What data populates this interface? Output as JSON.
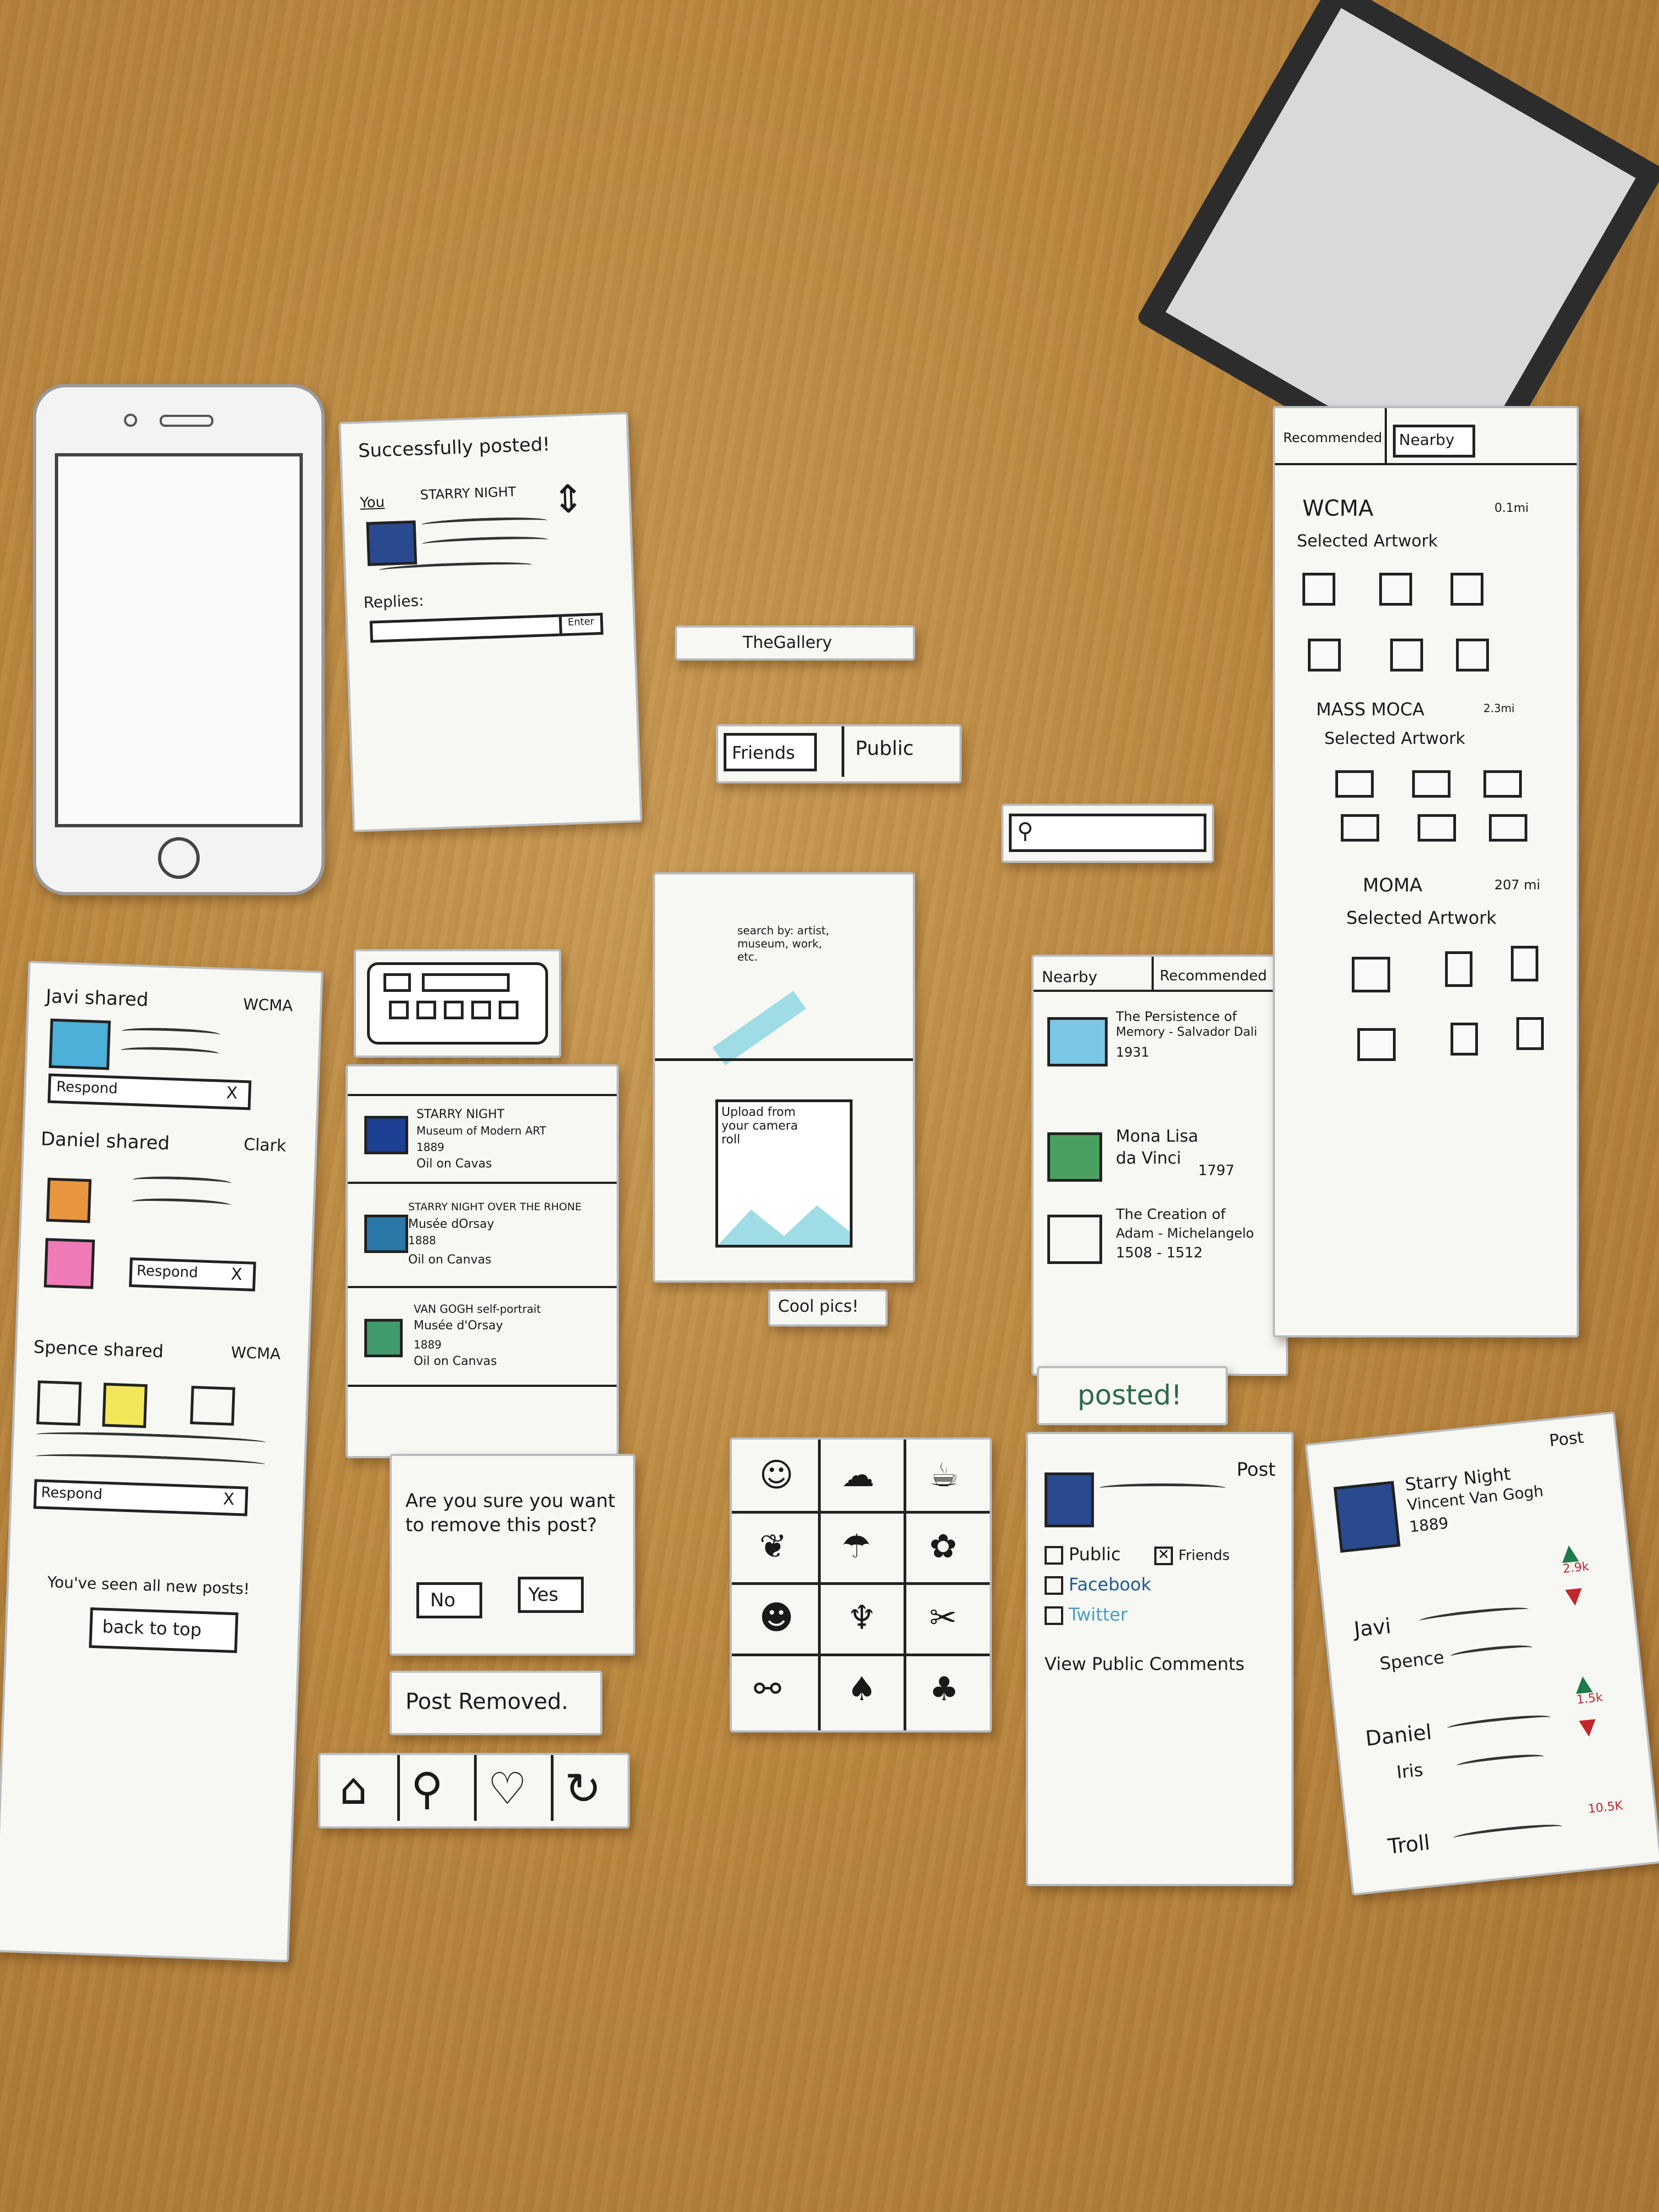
{
  "success_card": {
    "title": "Successfully posted!",
    "you": "You",
    "art": "STARRY NIGHT",
    "replies": "Replies:",
    "enter": "Enter"
  },
  "gallery_bar": {
    "label": "TheGallery"
  },
  "friends_public": {
    "friends": "Friends",
    "public": "Public"
  },
  "feed": {
    "posts": [
      {
        "name": "Javi shared",
        "place": "WCMA",
        "button": "Respond",
        "close": "X"
      },
      {
        "name": "Daniel shared",
        "place": "Clark",
        "button": "Respond",
        "close": "X"
      },
      {
        "name": "Spence shared",
        "place": "WCMA",
        "button": "Respond",
        "close": "X"
      }
    ],
    "seen_all": "You've seen all new posts!",
    "back_to_top": "back to top"
  },
  "search_upload": {
    "search_hint": "search by: artist, museum, work, etc.",
    "upload_hint": "Upload from your camera roll"
  },
  "cool_pics": "Cool pics!",
  "works_list": [
    {
      "title": "STARRY NIGHT",
      "museum": "Museum of Modern ART",
      "year": "1889",
      "medium": "Oil on Cavas"
    },
    {
      "title": "STARRY NIGHT OVER THE RHONE",
      "museum": "Musée dOrsay",
      "year": "1888",
      "medium": "Oil on Canvas"
    },
    {
      "title": "VAN GOGH self-portrait",
      "museum": "Musée d'Orsay",
      "year": "1889",
      "medium": "Oil on Canvas"
    }
  ],
  "confirm": {
    "question": "Are you sure you want to remove this post?",
    "no": "No",
    "yes": "Yes"
  },
  "post_removed": "Post Removed.",
  "nearby_card": {
    "tab_nearby": "Nearby",
    "tab_recommended": "Recommended",
    "items": [
      {
        "title": "The Persistence of",
        "sub": "Memory - Salvador Dali",
        "year": "1931"
      },
      {
        "title": "Mona Lisa",
        "sub": "da Vinci",
        "year": "1797"
      },
      {
        "title": "The Creation of",
        "sub": "Adam - Michelangelo",
        "year": "1508 - 1512"
      }
    ]
  },
  "posted": "posted!",
  "post_card": {
    "post": "Post",
    "public": "Public",
    "friends": "Friends",
    "facebook": "Facebook",
    "twitter": "Twitter",
    "view_comments": "View Public Comments"
  },
  "recommended_strip": {
    "tab_recommended": "Recommended",
    "tab_nearby": "Nearby",
    "museums": [
      {
        "name": "WCMA",
        "dist": "0.1mi",
        "label": "Selected Artwork"
      },
      {
        "name": "MASS MOCA",
        "dist": "2.3mi",
        "label": "Selected Artwork"
      },
      {
        "name": "MOMA",
        "dist": "207 mi",
        "label": "Selected Artwork"
      }
    ]
  },
  "comments_card": {
    "post": "Post",
    "art_title": "Starry Night",
    "artist": "Vincent Van Gogh",
    "year": "1889",
    "people": [
      "Javi",
      "Spence",
      "Daniel",
      "Iris",
      "Troll"
    ],
    "counts": [
      "2.9k",
      "1.5k",
      "10.5K"
    ]
  },
  "colors": {
    "wood": "#b9873f",
    "paper": "#f7f7f4",
    "ink": "#1c1c1c",
    "cyan": "#7fd3e0",
    "up": "#1f7a4a",
    "down": "#c0282d"
  }
}
